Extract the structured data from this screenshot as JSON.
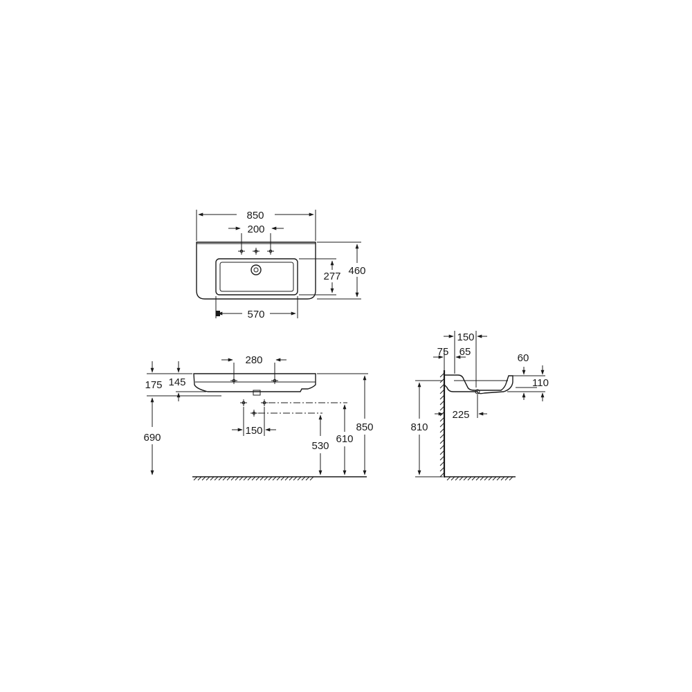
{
  "top_view": {
    "overall_width": "850",
    "tap_spacing": "200",
    "overall_depth": "460",
    "bowl_depth": "277",
    "bowl_width": "570"
  },
  "front_view": {
    "tap_spacing": "280",
    "top_to_rim": "175",
    "bowl_height": "145",
    "floor_to_underside": "690",
    "waste_spacing": "150",
    "waste_height_low": "530",
    "waste_height_high": "610",
    "floor_to_top": "850"
  },
  "side_view": {
    "depth_offset": "150",
    "wall_offset": "75",
    "tap_offset": "65",
    "rim_height": "60",
    "total_height": "110",
    "floor_to_rim": "810",
    "bowl_projection": "225"
  }
}
